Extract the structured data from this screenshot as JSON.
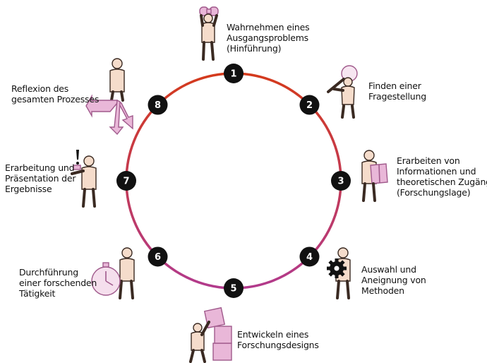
{
  "colors": {
    "ring_top": "#d43a1c",
    "ring_bottom": "#b23a8c",
    "badge": "#111111",
    "badge_text": "#ffffff",
    "figure_skin": "#f5dccb",
    "figure_outline": "#3a2a22",
    "prop_pink": "#e9b7d8",
    "prop_pink_dark": "#a05a8c"
  },
  "steps": [
    {
      "number": "1",
      "lines": [
        "Wahrnehmen eines",
        "Ausgangsproblems",
        "(Hinführung)"
      ],
      "icon": "binoculars-figure-icon"
    },
    {
      "number": "2",
      "lines": [
        "Finden einer",
        "Fragestellung"
      ],
      "icon": "magnifier-figure-icon"
    },
    {
      "number": "3",
      "lines": [
        "Erarbeiten von",
        "Informationen und",
        "theoretischen Zugängen",
        "(Forschungslage)"
      ],
      "icon": "reading-book-figure-icon"
    },
    {
      "number": "4",
      "lines": [
        "Auswahl und",
        "Aneignung von",
        "Methoden"
      ],
      "icon": "gear-figure-icon"
    },
    {
      "number": "5",
      "lines": [
        "Entwickeln eines",
        "Forschungsdesigns"
      ],
      "icon": "stacking-boxes-figure-icon"
    },
    {
      "number": "6",
      "lines": [
        "Durchführung",
        "einer forschenden",
        "Tätigkeit"
      ],
      "icon": "stopwatch-figure-icon"
    },
    {
      "number": "7",
      "lines": [
        "Erarbeitung und",
        "Präsentation der",
        "Ergebnisse"
      ],
      "icon": "presenting-figure-icon"
    },
    {
      "number": "8",
      "lines": [
        "Reflexion des",
        "gesamten Prozesses"
      ],
      "icon": "arrows-figure-icon"
    }
  ]
}
